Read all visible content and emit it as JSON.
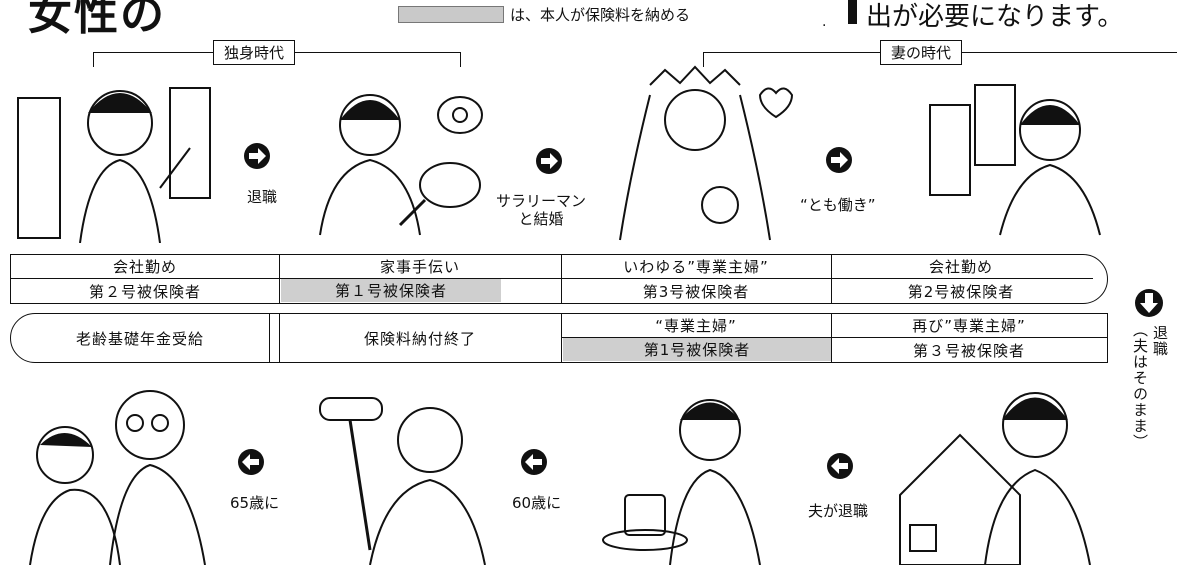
{
  "title_fragment": "女性の",
  "legend": {
    "text": "は、本人が保険料を納める",
    "swatch_color": "#c9c9c9"
  },
  "top_note": "出が必要になります。",
  "periods": {
    "single": "独身時代",
    "wife": "妻の時代"
  },
  "top_transitions": [
    "退職",
    "サラリーマン\nと結婚",
    "“とも働き”"
  ],
  "band1": {
    "cols": [
      {
        "label": "会社勤め",
        "status": "第２号被保険者",
        "status_shaded": false
      },
      {
        "label": "家事手伝い",
        "status": "第１号被保険者",
        "status_shaded": true
      },
      {
        "label": "いわゆる”専業主婦”",
        "status": "第3号被保険者",
        "status_shaded": false
      },
      {
        "label": "会社勤め",
        "status": "第2号被保険者",
        "status_shaded": false
      }
    ]
  },
  "band2": {
    "cols": [
      {
        "text": "老齢基礎年金受給"
      },
      {
        "text": "保険料納付終了"
      },
      {
        "label": "“専業主婦”",
        "status": "第1号被保険者",
        "status_shaded": true
      },
      {
        "label": "再び”専業主婦”",
        "status": "第３号被保険者",
        "status_shaded": false
      }
    ]
  },
  "side_label": {
    "main": "退職",
    "sub": "（夫はそのまま）"
  },
  "bottom_transitions": [
    "65歳に",
    "60歳に",
    "夫が退職"
  ],
  "icons": [
    "arrow-right-icon",
    "arrow-down-icon",
    "arrow-left-icon"
  ]
}
